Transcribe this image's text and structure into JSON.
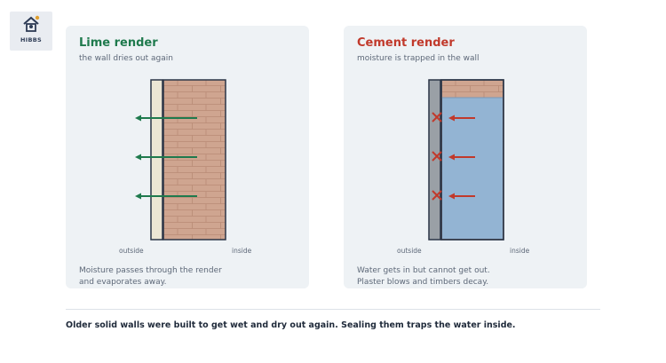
{
  "logo": {
    "text": "HIBBS"
  },
  "panels": {
    "lime": {
      "title": "Lime render",
      "subtitle": "the wall dries out again",
      "outside_label": "outside",
      "inside_label": "inside",
      "caption_line1": "Moisture passes through the render",
      "caption_line2": "and evaporates away."
    },
    "cement": {
      "title": "Cement render",
      "subtitle": "moisture is trapped in the wall",
      "outside_label": "outside",
      "inside_label": "inside",
      "caption_line1": "Water gets in but cannot get out.",
      "caption_line2": "Plaster blows and timbers decay."
    }
  },
  "footer": "Older solid walls were built to get wet and dry out again. Sealing them traps the water inside.",
  "colors": {
    "lime_accent": "#1f7a4d",
    "cement_accent": "#c1392b",
    "brick": "#cfa590",
    "water": "#93b4d3",
    "render_lime": "#ece6d4",
    "render_cement": "#9aa0a6"
  }
}
